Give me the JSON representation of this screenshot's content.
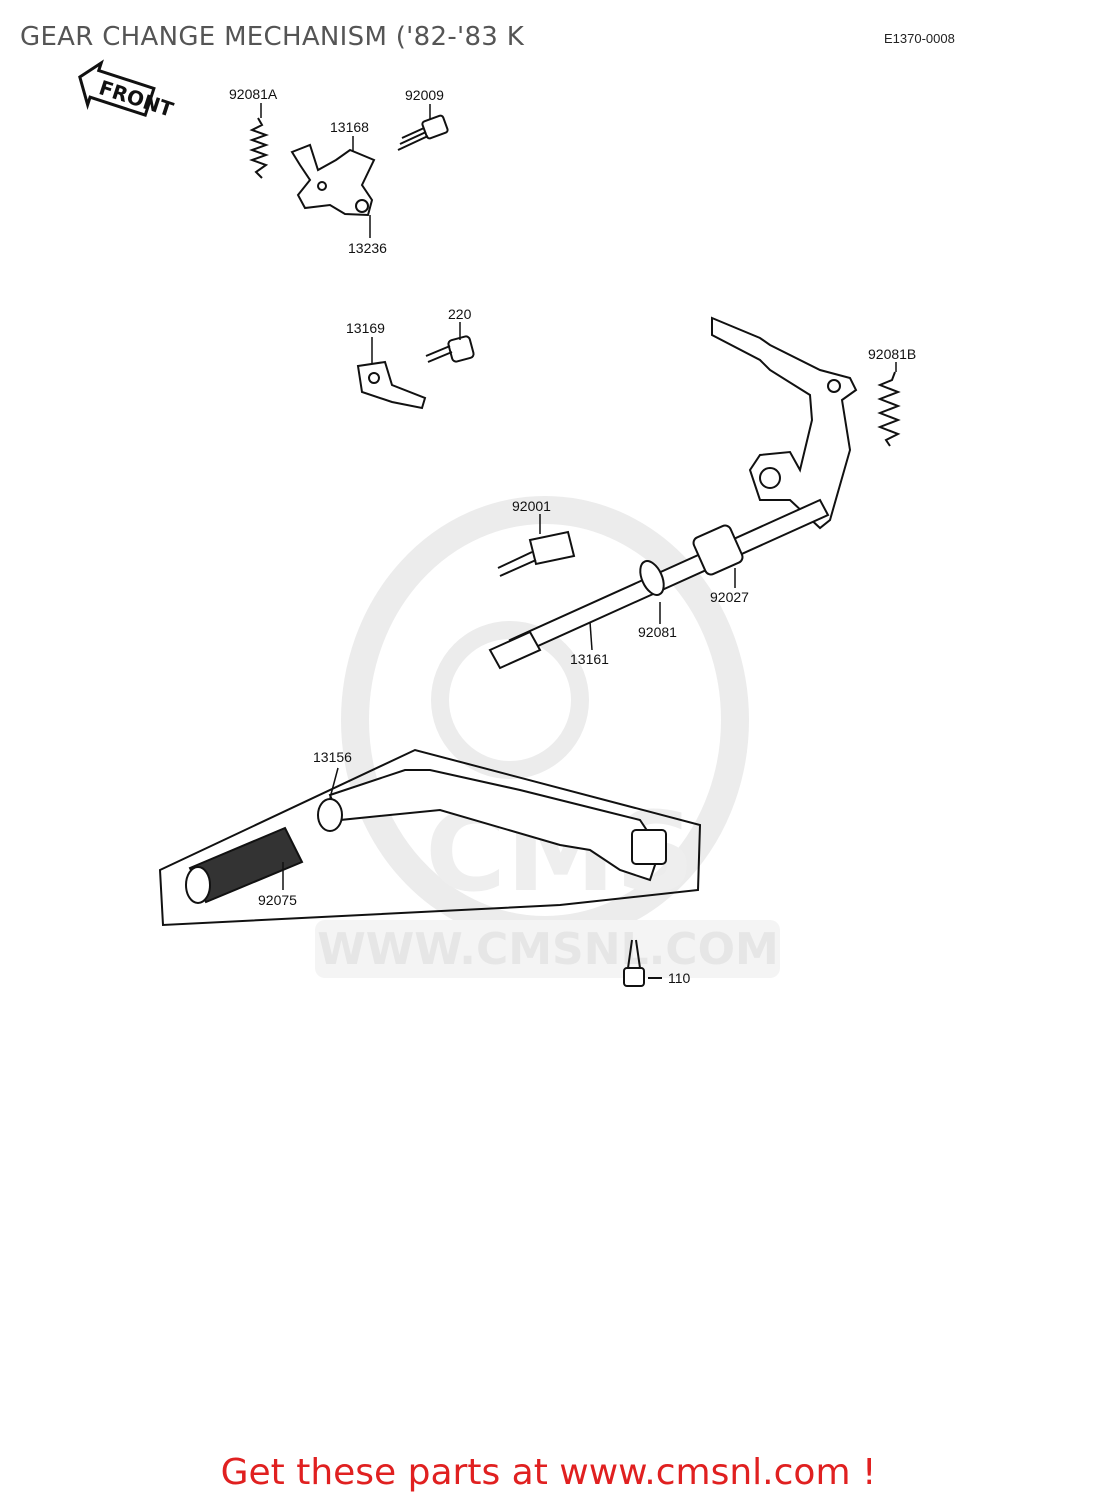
{
  "page": {
    "title": "GEAR CHANGE MECHANISM ('82-'83 K",
    "reference": "E1370-0008",
    "footer": "Get these parts at www.cmsnl.com !"
  },
  "front_marker": {
    "label": "FRONT"
  },
  "watermark": {
    "text": "WWW.CMSNL.COM",
    "logo": "CMS"
  },
  "parts": [
    {
      "number": "92081A"
    },
    {
      "number": "92009"
    },
    {
      "number": "13168"
    },
    {
      "number": "13236"
    },
    {
      "number": "13169"
    },
    {
      "number": "220"
    },
    {
      "number": "92081B"
    },
    {
      "number": "92001"
    },
    {
      "number": "92027"
    },
    {
      "number": "92081"
    },
    {
      "number": "13161"
    },
    {
      "number": "13156"
    },
    {
      "number": "92075"
    },
    {
      "number": "110"
    }
  ],
  "colors": {
    "footer": "#e02020",
    "title": "#555555",
    "watermark": "#e6e6e6",
    "line": "#111111"
  }
}
